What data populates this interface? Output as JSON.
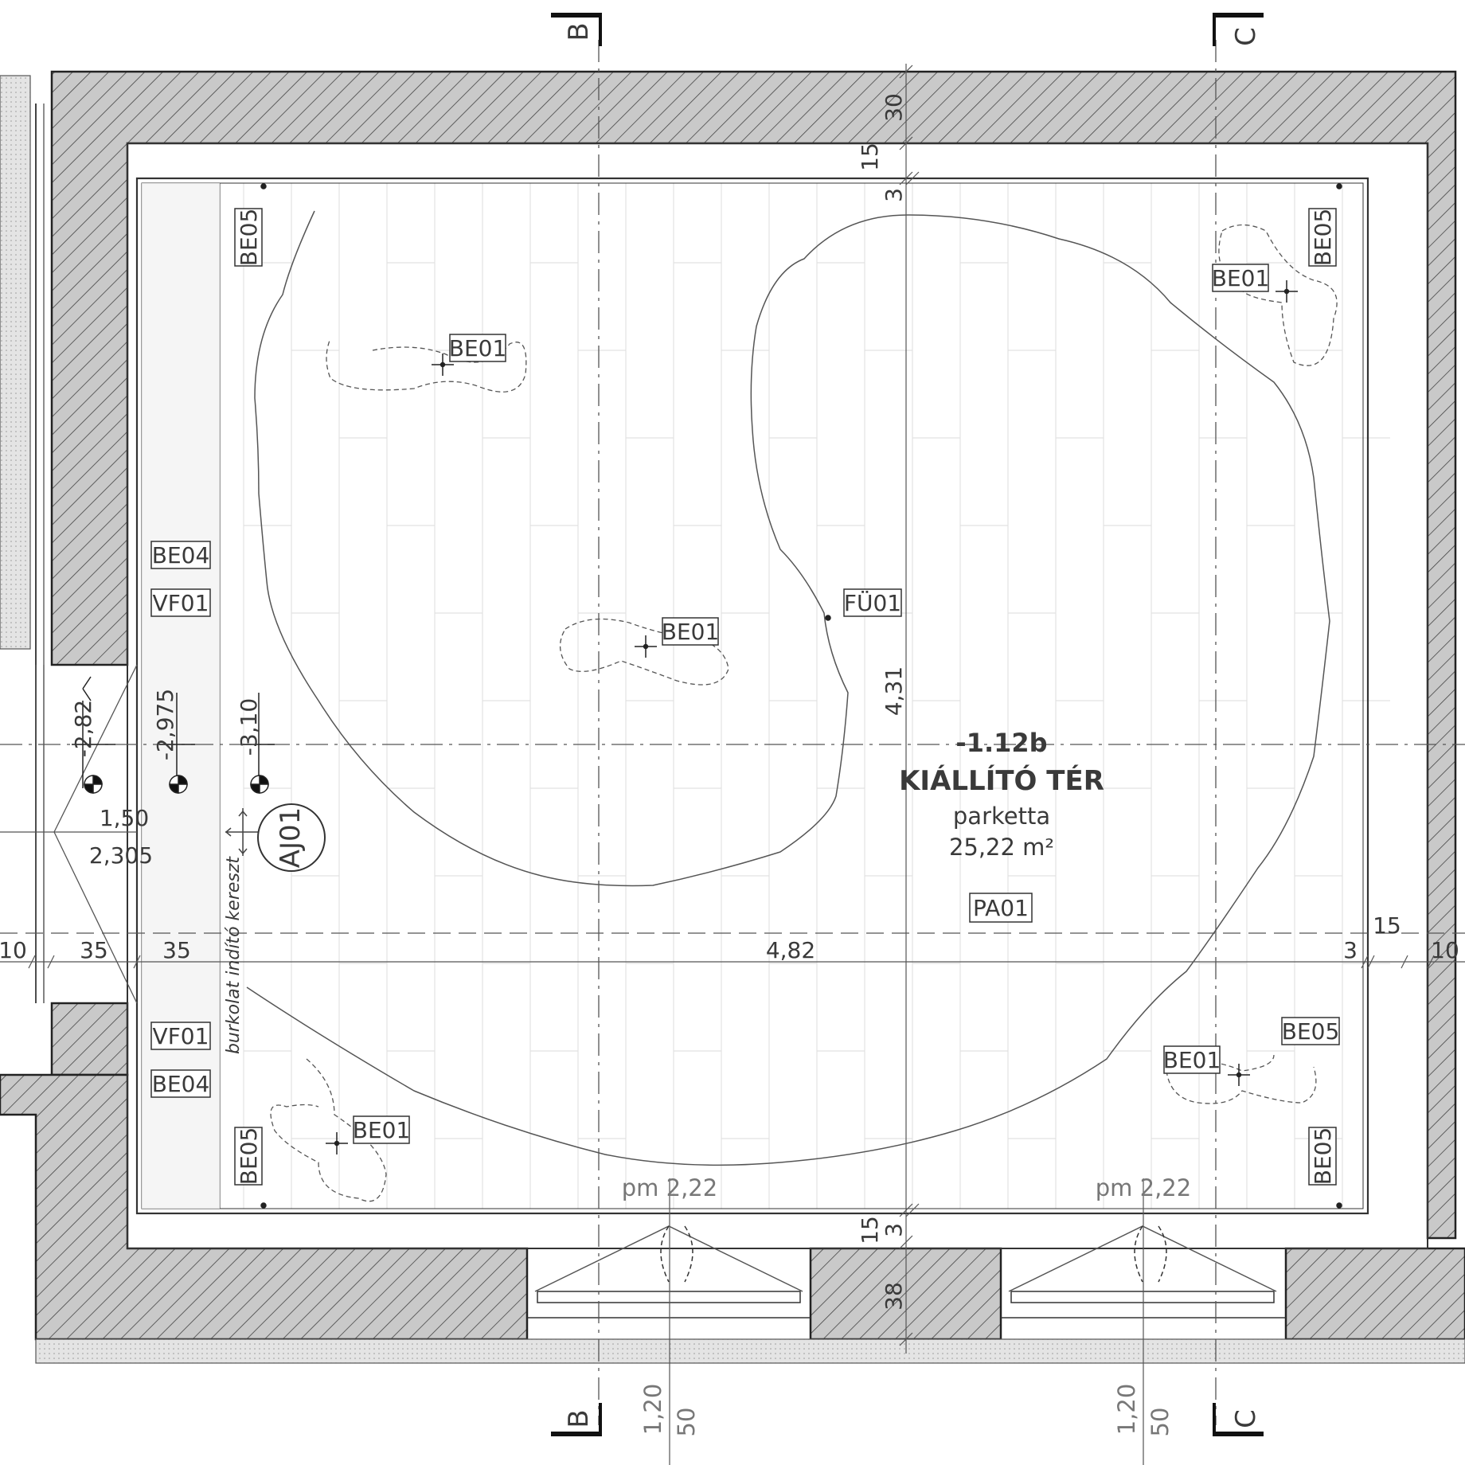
{
  "room": {
    "number": "-1.12b",
    "name": "KIÁLLÍTÓ TÉR",
    "floor": "parketta",
    "area": "25,22 m²"
  },
  "axes": {
    "b": "B",
    "c": "C"
  },
  "tags": {
    "be05_tl": "BE05",
    "be05_tr": "BE05",
    "be05_bl": "BE05",
    "be05_br": "BE05",
    "be05_br2": "BE05",
    "be01_a": "BE01",
    "be01_b": "BE01",
    "be01_c": "BE01",
    "be01_d": "BE01",
    "be01_e": "BE01",
    "be04_a": "BE04",
    "be04_b": "BE04",
    "vf01_a": "VF01",
    "vf01_b": "VF01",
    "fu01": "FÜ01",
    "pa01": "PA01",
    "aj01": "AJ01"
  },
  "dimensions": {
    "top_wall": "30",
    "top_gap": "15",
    "top_finish": "3",
    "height": "4,31",
    "width": "4,82",
    "left_10": "10",
    "left_35a": "35",
    "left_35b": "35",
    "right_3": "3",
    "right_15": "15",
    "right_10": "10",
    "bottom_15": "15",
    "bottom_3": "3",
    "bottom_wall": "38",
    "window_sill_1": "pm 2,22",
    "window_sill_2": "pm 2,22",
    "win1_h": "1,20",
    "win1_w": "50",
    "win2_h": "1,20",
    "win2_w": "50",
    "lvl_1": "-2,82",
    "lvl_2": "-2,975",
    "lvl_3": "-3,10",
    "door_w": "1,50",
    "door_h": "2,305"
  },
  "notes": {
    "start": "burkolat indító kereszt"
  }
}
